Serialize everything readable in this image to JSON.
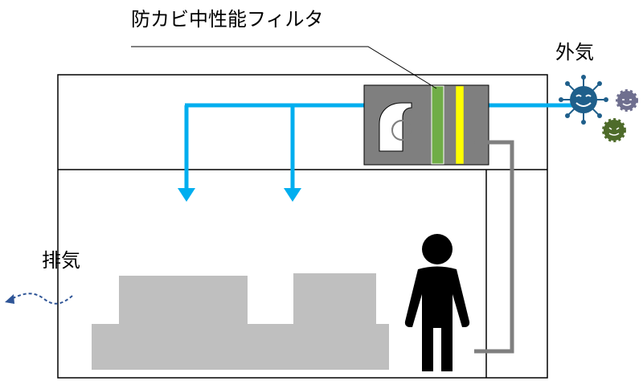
{
  "labels": {
    "filter": "防カビ中性能フィルタ",
    "outside_air": "外気",
    "exhaust": "排気"
  },
  "colors": {
    "supply_air": "#00AEEF",
    "return_air": "#7f7f7f",
    "unit_body": "#7f7f7f",
    "filter_green": "#70AD47",
    "filter_yellow": "#FFFF00",
    "furniture": "#bfbfbf",
    "exhaust_arrow": "#2f5597",
    "microbe_blue": "#1f5f8b",
    "microbe_gray": "#6f6f8f",
    "microbe_green": "#4e6b2a"
  },
  "icons": {
    "fan": "fan-icon",
    "person": "person-icon",
    "microbes": "microbe-icon"
  }
}
